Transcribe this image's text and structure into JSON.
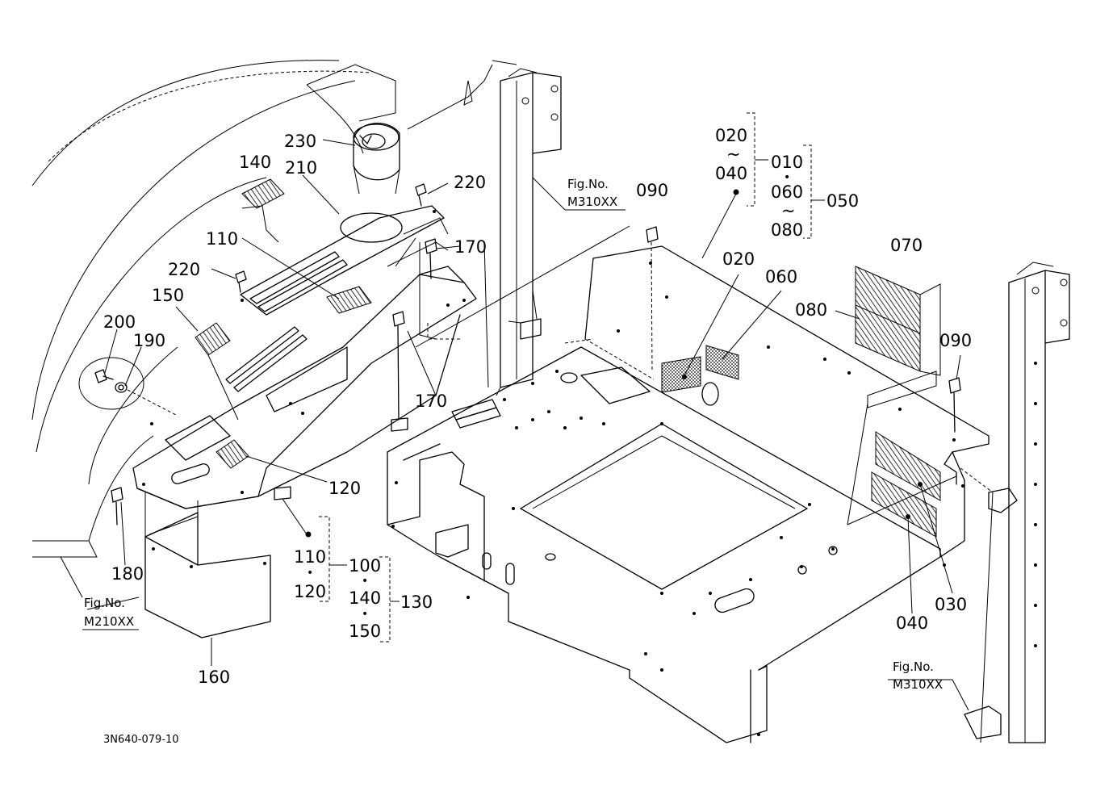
{
  "diagram_code": "3N640-079-10",
  "parts": [
    {
      "id": "230"
    },
    {
      "id": "140"
    },
    {
      "id": "210"
    },
    {
      "id": "220"
    },
    {
      "id": "110"
    },
    {
      "id": "170"
    },
    {
      "id": "150"
    },
    {
      "id": "200"
    },
    {
      "id": "190"
    },
    {
      "id": "120"
    },
    {
      "id": "180"
    },
    {
      "id": "160"
    },
    {
      "id": "090"
    },
    {
      "id": "020"
    },
    {
      "id": "060"
    },
    {
      "id": "070"
    },
    {
      "id": "080"
    },
    {
      "id": "040"
    },
    {
      "id": "030"
    }
  ],
  "labels": {
    "p230": "230",
    "p140": "140",
    "p210": "210",
    "p220a": "220",
    "p220b": "220",
    "p110": "110",
    "p170a": "170",
    "p170b": "170",
    "p150": "150",
    "p200": "200",
    "p190": "190",
    "p120": "120",
    "p180": "180",
    "p160": "160",
    "p090a": "090",
    "p090b": "090",
    "p020": "020",
    "p060": "060",
    "p070": "070",
    "p080": "080",
    "p040": "040",
    "p030": "030"
  },
  "groups": {
    "g1": {
      "from": "020",
      "sep": "~",
      "to": "040"
    },
    "g2": {
      "a": "010",
      "sep1": "•",
      "b": "060",
      "sep2": "~",
      "c": "080",
      "total": "050"
    },
    "g3": {
      "a": "110",
      "sep": "•",
      "b": "120"
    },
    "g4": {
      "a": "100",
      "sep1": "•",
      "b": "140",
      "sep2": "•",
      "c": "150",
      "total": "130"
    }
  },
  "refs": {
    "r1": {
      "fig": "Fig.No.",
      "num": "M310XX"
    },
    "r2": {
      "fig": "Fig.No.",
      "num": "M210XX"
    },
    "r3": {
      "fig": "Fig.No.",
      "num": "M310XX"
    }
  }
}
